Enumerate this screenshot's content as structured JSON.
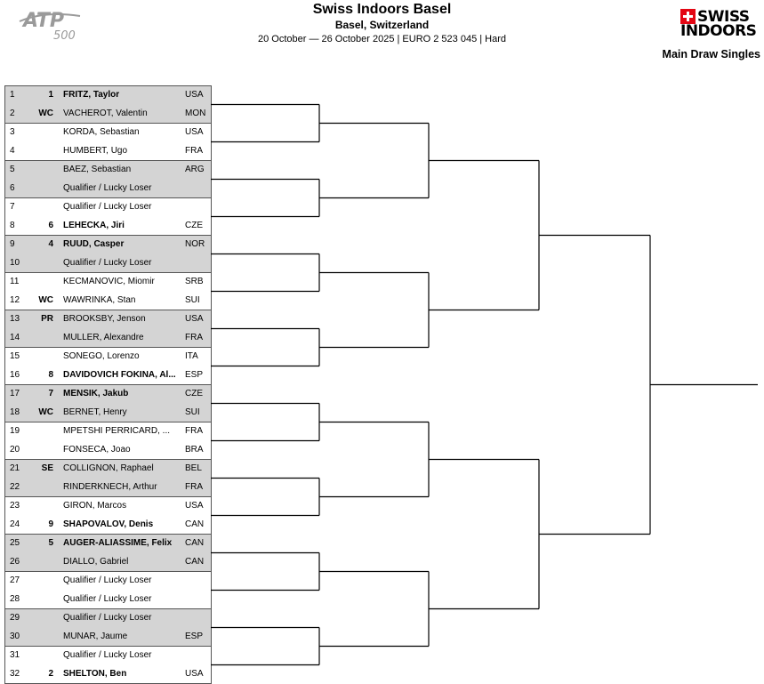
{
  "header": {
    "logo_text": "ATP 500",
    "title": "Swiss Indoors Basel",
    "location": "Basel, Switzerland",
    "info": "20 October — 26 October 2025 | EURO 2 523 045 | Hard",
    "brand_line1": "SWISS",
    "brand_line2": "INDOORS",
    "draw_label": "Main Draw Singles"
  },
  "colors": {
    "shade": "#d4d4d4",
    "brand_red": "#e30613"
  },
  "draw": [
    {
      "pos": "1",
      "seed": "1",
      "name": "FRITZ, Taylor",
      "country": "USA",
      "seeded": true
    },
    {
      "pos": "2",
      "seed": "WC",
      "name": "VACHEROT, Valentin",
      "country": "MON",
      "seeded": false
    },
    {
      "pos": "3",
      "seed": "",
      "name": "KORDA, Sebastian",
      "country": "USA",
      "seeded": false
    },
    {
      "pos": "4",
      "seed": "",
      "name": "HUMBERT, Ugo",
      "country": "FRA",
      "seeded": false
    },
    {
      "pos": "5",
      "seed": "",
      "name": "BAEZ, Sebastian",
      "country": "ARG",
      "seeded": false
    },
    {
      "pos": "6",
      "seed": "",
      "name": "Qualifier / Lucky Loser",
      "country": "",
      "seeded": false
    },
    {
      "pos": "7",
      "seed": "",
      "name": "Qualifier / Lucky Loser",
      "country": "",
      "seeded": false
    },
    {
      "pos": "8",
      "seed": "6",
      "name": "LEHECKA, Jiri",
      "country": "CZE",
      "seeded": true
    },
    {
      "pos": "9",
      "seed": "4",
      "name": "RUUD, Casper",
      "country": "NOR",
      "seeded": true
    },
    {
      "pos": "10",
      "seed": "",
      "name": "Qualifier / Lucky Loser",
      "country": "",
      "seeded": false
    },
    {
      "pos": "11",
      "seed": "",
      "name": "KECMANOVIC, Miomir",
      "country": "SRB",
      "seeded": false
    },
    {
      "pos": "12",
      "seed": "WC",
      "name": "WAWRINKA, Stan",
      "country": "SUI",
      "seeded": false
    },
    {
      "pos": "13",
      "seed": "PR",
      "name": "BROOKSBY, Jenson",
      "country": "USA",
      "seeded": false
    },
    {
      "pos": "14",
      "seed": "",
      "name": "MULLER, Alexandre",
      "country": "FRA",
      "seeded": false
    },
    {
      "pos": "15",
      "seed": "",
      "name": "SONEGO, Lorenzo",
      "country": "ITA",
      "seeded": false
    },
    {
      "pos": "16",
      "seed": "8",
      "name": "DAVIDOVICH FOKINA, Al...",
      "country": "ESP",
      "seeded": true
    },
    {
      "pos": "17",
      "seed": "7",
      "name": "MENSIK, Jakub",
      "country": "CZE",
      "seeded": true
    },
    {
      "pos": "18",
      "seed": "WC",
      "name": "BERNET, Henry",
      "country": "SUI",
      "seeded": false
    },
    {
      "pos": "19",
      "seed": "",
      "name": "MPETSHI PERRICARD, ...",
      "country": "FRA",
      "seeded": false
    },
    {
      "pos": "20",
      "seed": "",
      "name": "FONSECA, Joao",
      "country": "BRA",
      "seeded": false
    },
    {
      "pos": "21",
      "seed": "SE",
      "name": "COLLIGNON, Raphael",
      "country": "BEL",
      "seeded": false
    },
    {
      "pos": "22",
      "seed": "",
      "name": "RINDERKNECH, Arthur",
      "country": "FRA",
      "seeded": false
    },
    {
      "pos": "23",
      "seed": "",
      "name": "GIRON, Marcos",
      "country": "USA",
      "seeded": false
    },
    {
      "pos": "24",
      "seed": "9",
      "name": "SHAPOVALOV, Denis",
      "country": "CAN",
      "seeded": true
    },
    {
      "pos": "25",
      "seed": "5",
      "name": "AUGER-ALIASSIME, Felix",
      "country": "CAN",
      "seeded": true
    },
    {
      "pos": "26",
      "seed": "",
      "name": "DIALLO, Gabriel",
      "country": "CAN",
      "seeded": false
    },
    {
      "pos": "27",
      "seed": "",
      "name": "Qualifier / Lucky Loser",
      "country": "",
      "seeded": false
    },
    {
      "pos": "28",
      "seed": "",
      "name": "Qualifier / Lucky Loser",
      "country": "",
      "seeded": false
    },
    {
      "pos": "29",
      "seed": "",
      "name": "Qualifier / Lucky Loser",
      "country": "",
      "seeded": false
    },
    {
      "pos": "30",
      "seed": "",
      "name": "MUNAR, Jaume",
      "country": "ESP",
      "seeded": false
    },
    {
      "pos": "31",
      "seed": "",
      "name": "Qualifier / Lucky Loser",
      "country": "",
      "seeded": false
    },
    {
      "pos": "32",
      "seed": "2",
      "name": "SHELTON, Ben",
      "country": "USA",
      "seeded": true
    }
  ]
}
